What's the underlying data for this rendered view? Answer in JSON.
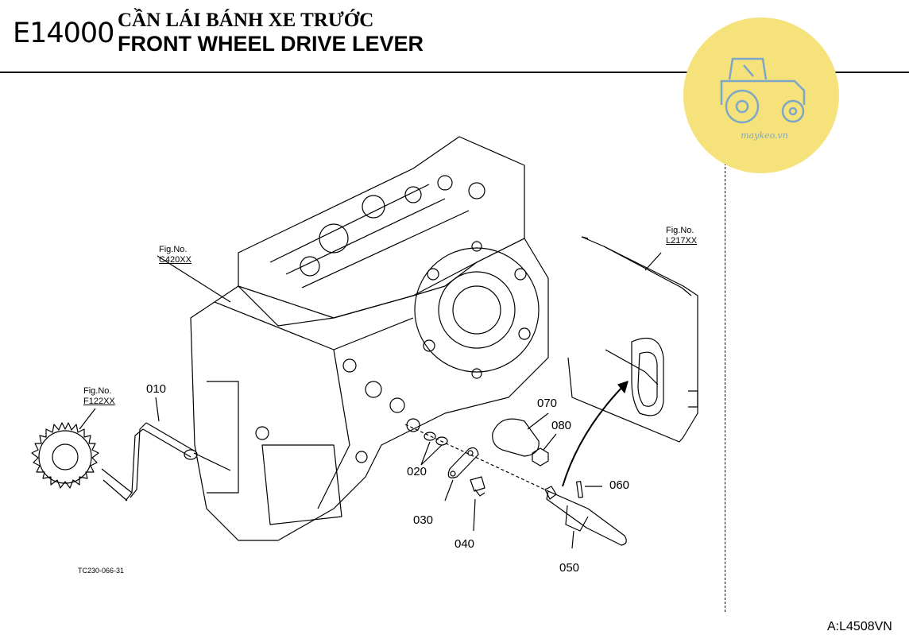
{
  "header": {
    "code": "E14000",
    "title_vn": "CẦN LÁI BÁNH XE TRƯỚC",
    "title_en": "FRONT WHEEL DRIVE LEVER"
  },
  "logo": {
    "text": "maykeo.vn",
    "color": "#f5e27a"
  },
  "references": [
    {
      "label": "Fig.No.",
      "number": "C420XX"
    },
    {
      "label": "Fig.No.",
      "number": "L217XX"
    },
    {
      "label": "Fig.No.",
      "number": "F122XX"
    }
  ],
  "parts": [
    "010",
    "020",
    "030",
    "040",
    "050",
    "060",
    "070",
    "080"
  ],
  "drawing_code": "TC230-066-31",
  "page_ref": "A:L4508VN"
}
